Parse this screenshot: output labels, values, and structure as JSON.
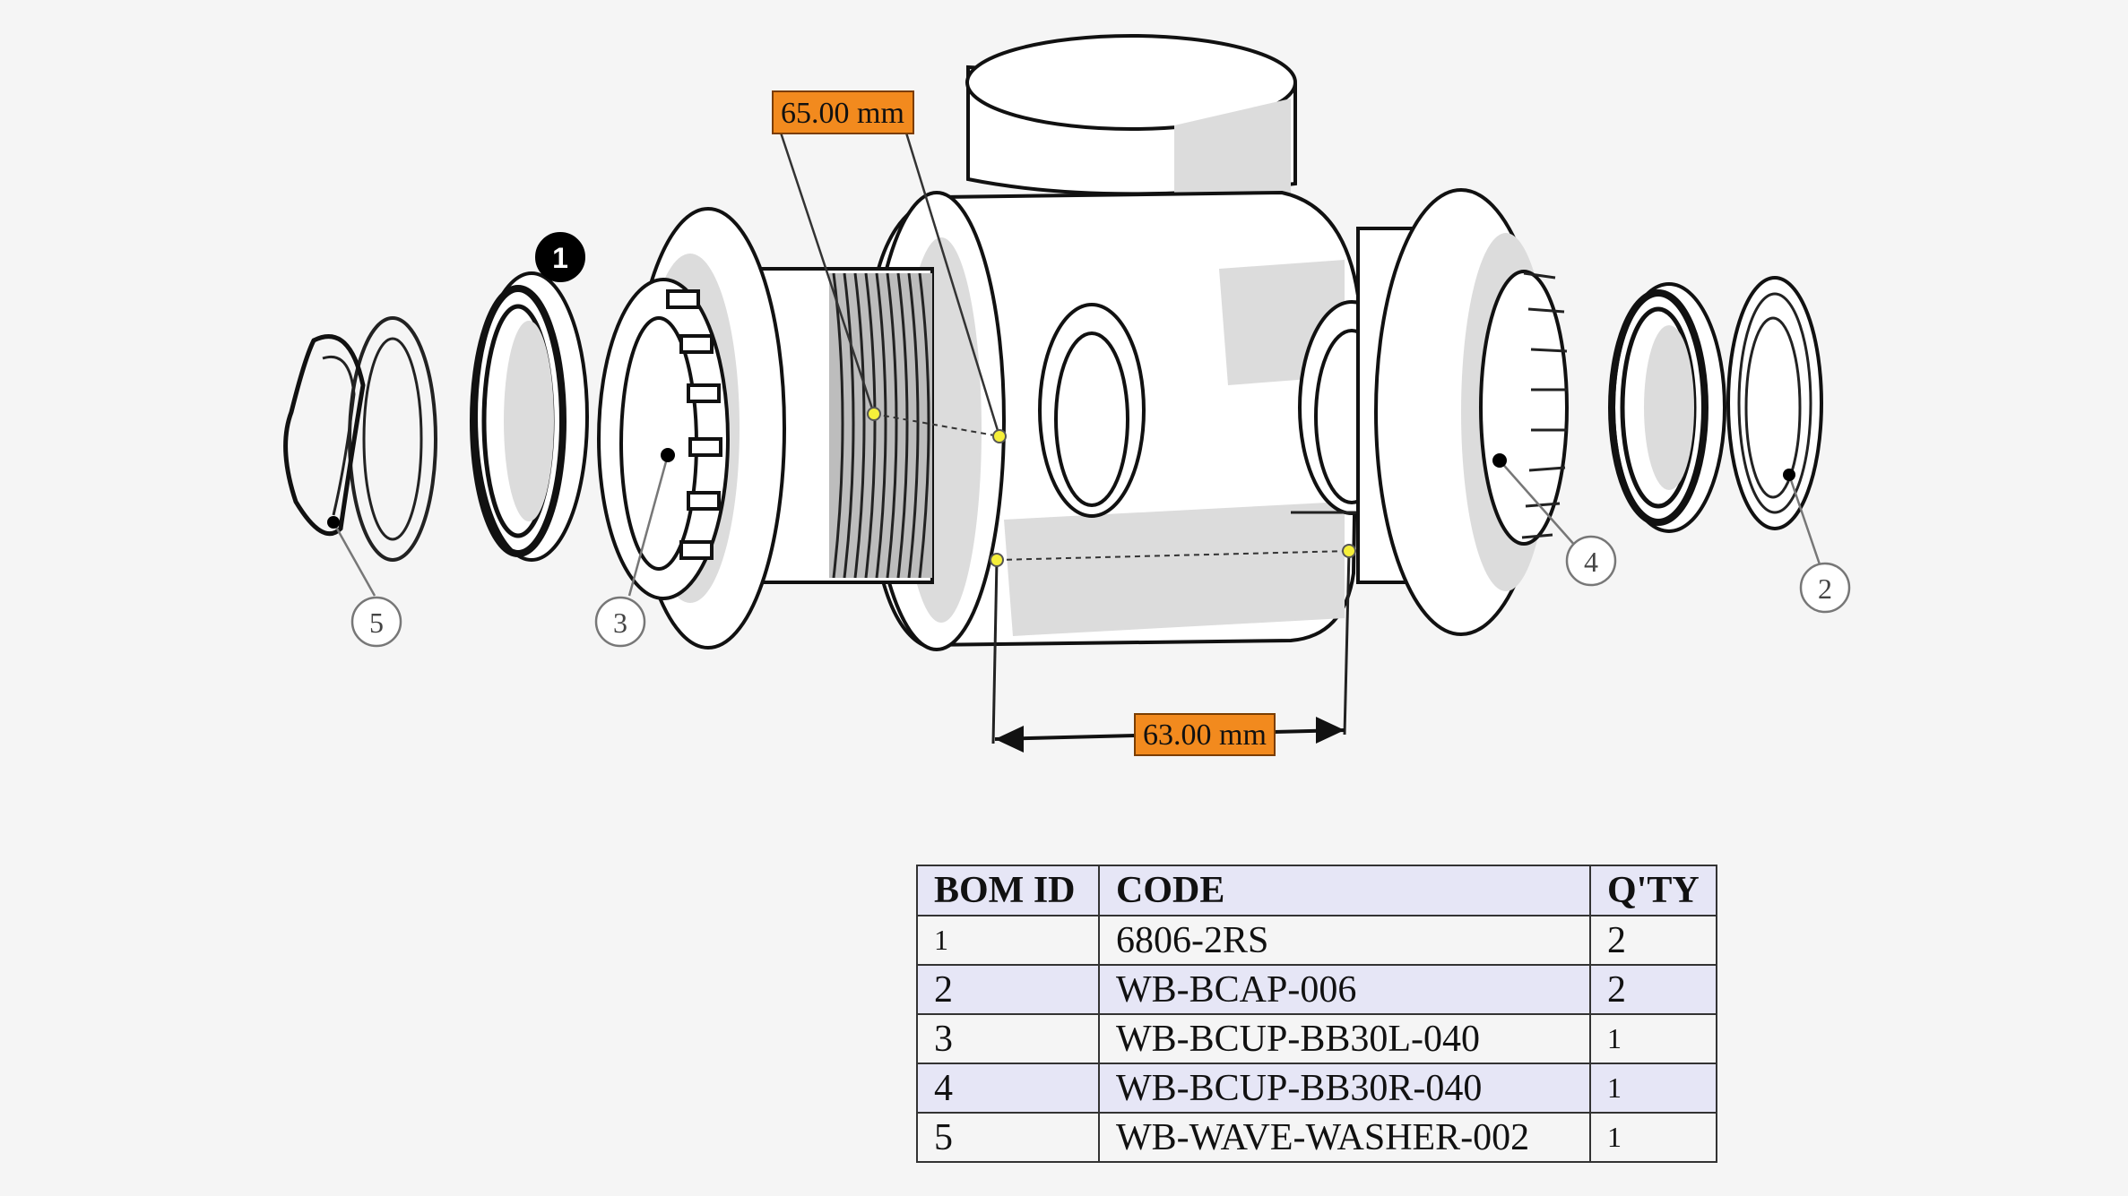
{
  "dimensions": [
    {
      "label": "65.00 mm"
    },
    {
      "label": "63.00 mm"
    }
  ],
  "callouts": [
    "1",
    "2",
    "3",
    "4",
    "5"
  ],
  "bom": {
    "headers": [
      "BOM ID",
      "CODE",
      "Q'TY"
    ],
    "rows": [
      {
        "id": "1",
        "code": "6806-2RS",
        "qty": "2"
      },
      {
        "id": "2",
        "code": "WB-BCAP-006",
        "qty": "2"
      },
      {
        "id": "3",
        "code": "WB-BCUP-BB30L-040",
        "qty": "1"
      },
      {
        "id": "4",
        "code": "WB-BCUP-BB30R-040",
        "qty": "1"
      },
      {
        "id": "5",
        "code": "WB-WAVE-WASHER-002",
        "qty": "1"
      }
    ]
  },
  "colors": {
    "dimension_label": "#f28a1e",
    "table_header": "#e6e6f6",
    "background": "#f5f5f5"
  }
}
